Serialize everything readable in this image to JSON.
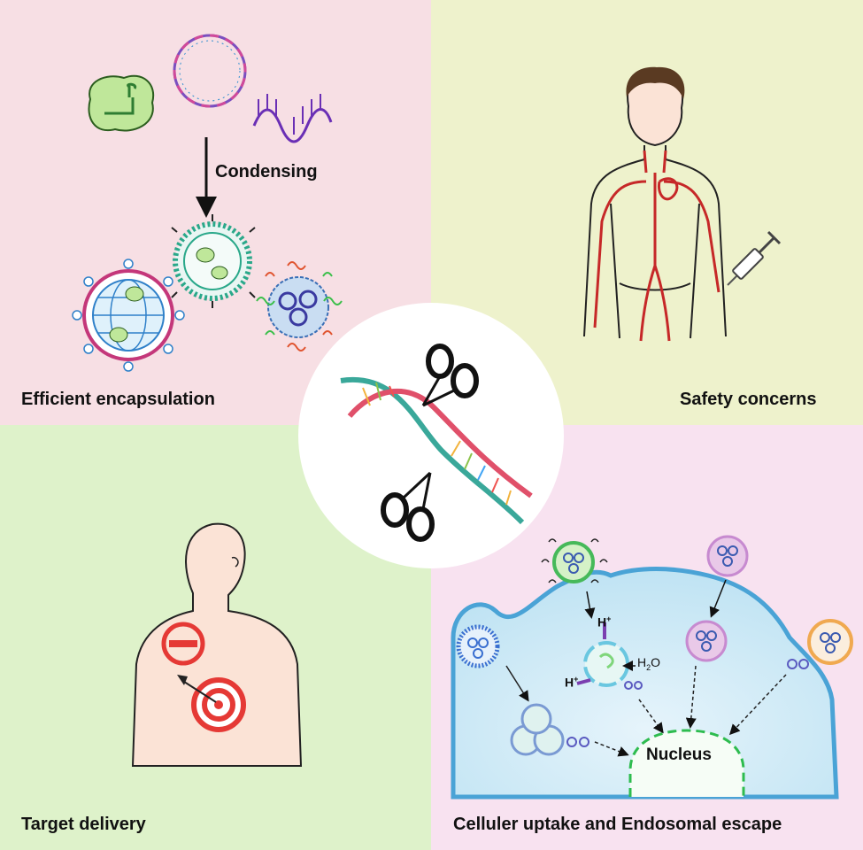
{
  "quadrants": {
    "top_left": {
      "title": "Efficient encapsulation",
      "step_label": "Condensing",
      "color": "#f7dfe4"
    },
    "top_right": {
      "title": "Safety concerns",
      "color": "#eef2cc"
    },
    "bottom_left": {
      "title": "Target delivery",
      "color": "#def2ca"
    },
    "bottom_right": {
      "title": "Celluler uptake and Endosomal escape",
      "color": "#f8e2f0"
    }
  },
  "cell_labels": {
    "nucleus": "Nucleus",
    "proton_a": "H",
    "proton_b": "H",
    "water": "H",
    "water_sub": "2",
    "water_o": "O",
    "plus": "+"
  },
  "icons": [
    "plasmid-icon",
    "mrna-icon",
    "protein-icon",
    "nanoparticle-icon",
    "human-body-icon",
    "syringe-icon",
    "target-icon",
    "no-entry-icon",
    "dna-helix-icon",
    "scissors-icon",
    "cell-icon"
  ]
}
